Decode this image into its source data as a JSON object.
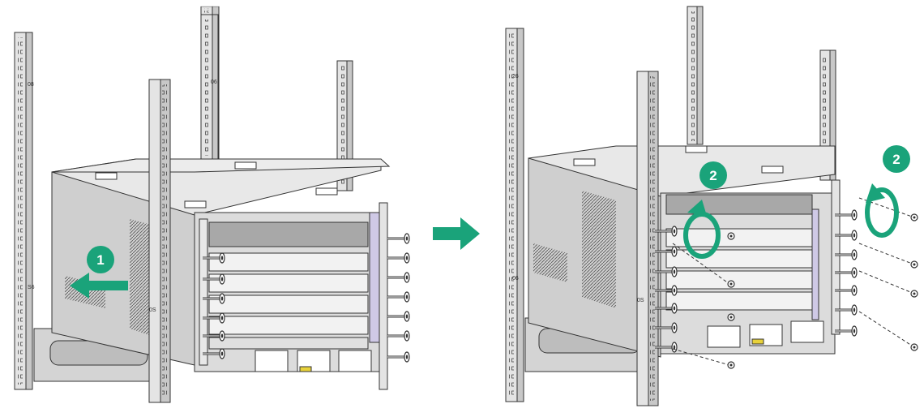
{
  "colors": {
    "accent": "#1aa37a",
    "step_badge": "#1aa37a",
    "arrow": "#1aa37a",
    "chassis_top": "#e6e6e6",
    "chassis_side": "#cfcfcf",
    "front_panel": "#d9d9d9",
    "rail": "#e4e4e4",
    "line": "#333333"
  },
  "left_panel": {
    "step_label": "1",
    "rail_labels": [
      "08",
      "S6",
      "06",
      "0S"
    ]
  },
  "transition_arrow": {
    "icon": "arrow-right-icon"
  },
  "right_panel": {
    "step_label_a": "2",
    "step_label_b": "2",
    "rail_labels": [
      "26",
      "06",
      "0S"
    ]
  }
}
